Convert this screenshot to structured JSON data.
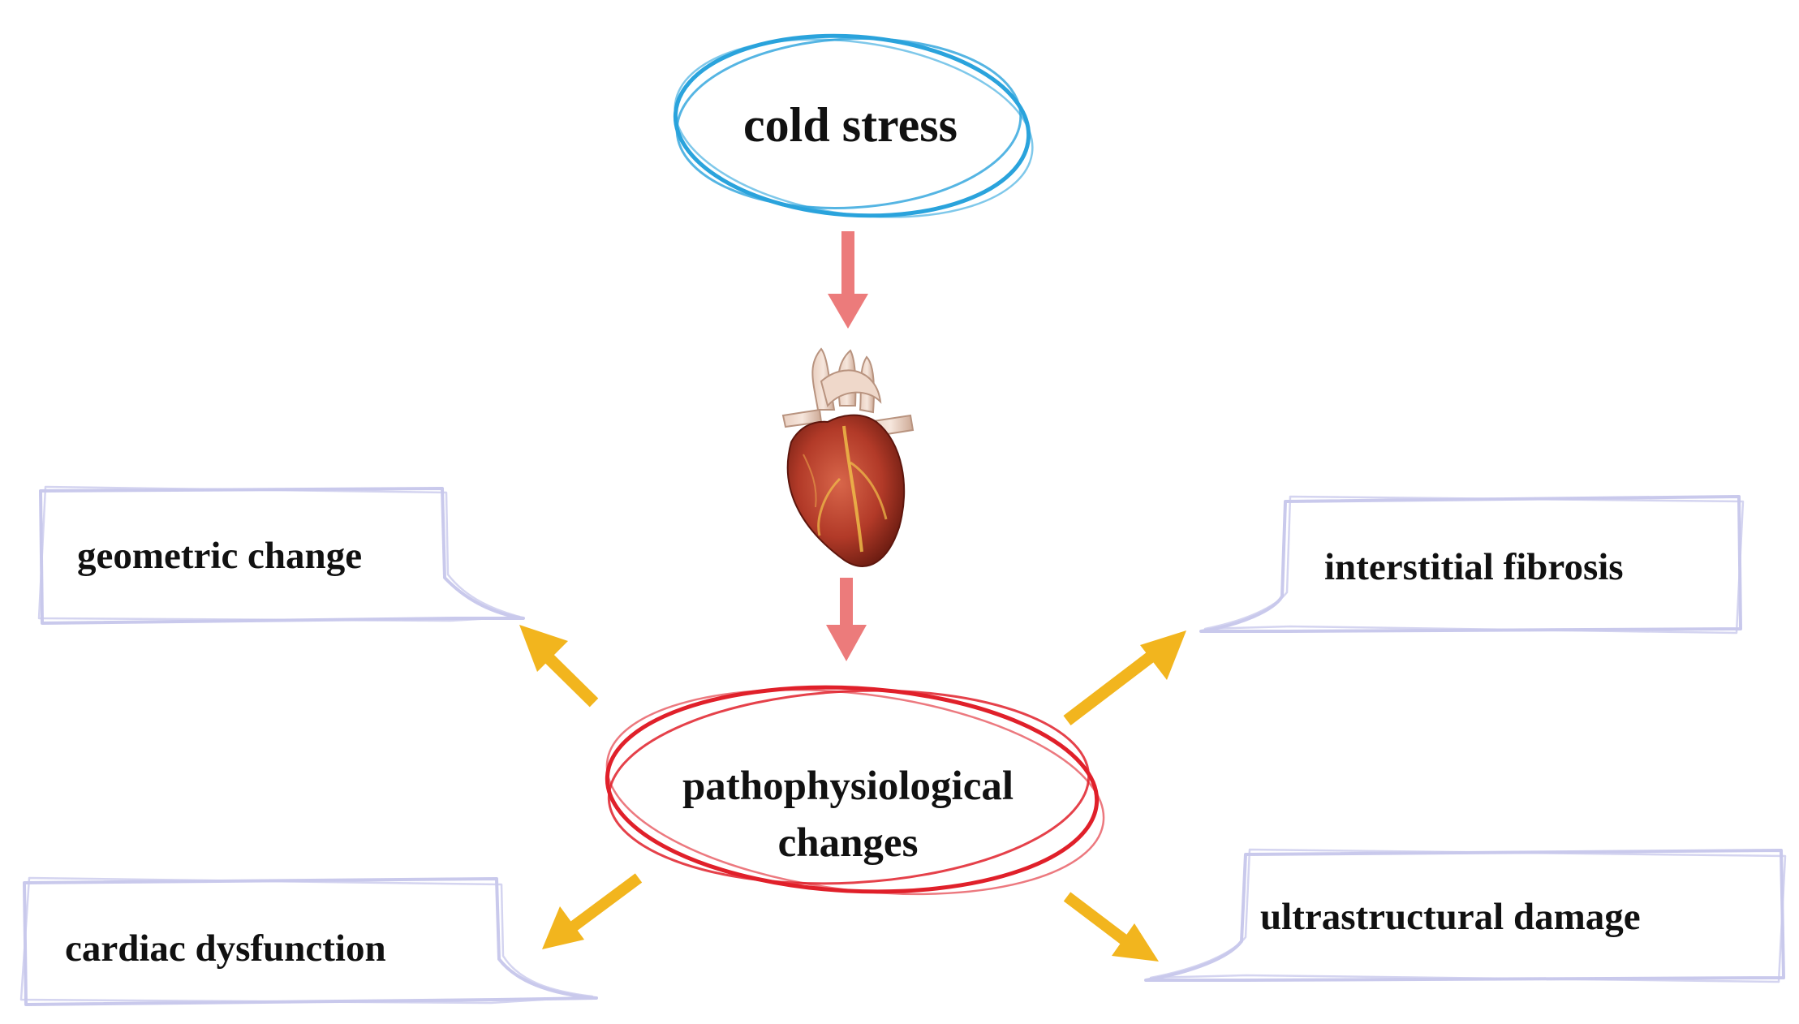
{
  "diagram": {
    "top_node": {
      "label": "cold stress",
      "outline_color": "#2aa3dc"
    },
    "hub_node": {
      "label_line1": "pathophysiological",
      "label_line2": "changes",
      "outline_color": "#e0202a"
    },
    "organ_icon": "heart-icon",
    "outcomes": {
      "top_left": "geometric change",
      "top_right": "interstitial fibrosis",
      "bottom_left": "cardiac dysfunction",
      "bottom_right": "ultrastructural damage"
    },
    "colors": {
      "flow_arrow": "#ec7b7b",
      "outcome_arrow": "#f2b51e",
      "callout_border": "#c9c9ec"
    }
  }
}
